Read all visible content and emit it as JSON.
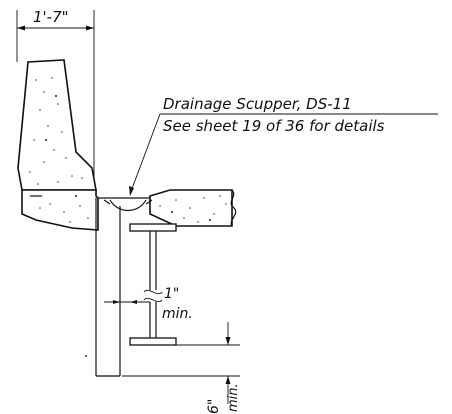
{
  "dimensions": {
    "barrier_width": "1'-7\"",
    "gap": "1\"",
    "gap_qualifier": "min.",
    "drop": "6\"",
    "drop_qualifier": "min."
  },
  "callout": {
    "line1": "Drainage Scupper, DS-11",
    "line2": "See sheet 19 of 36 for details"
  }
}
